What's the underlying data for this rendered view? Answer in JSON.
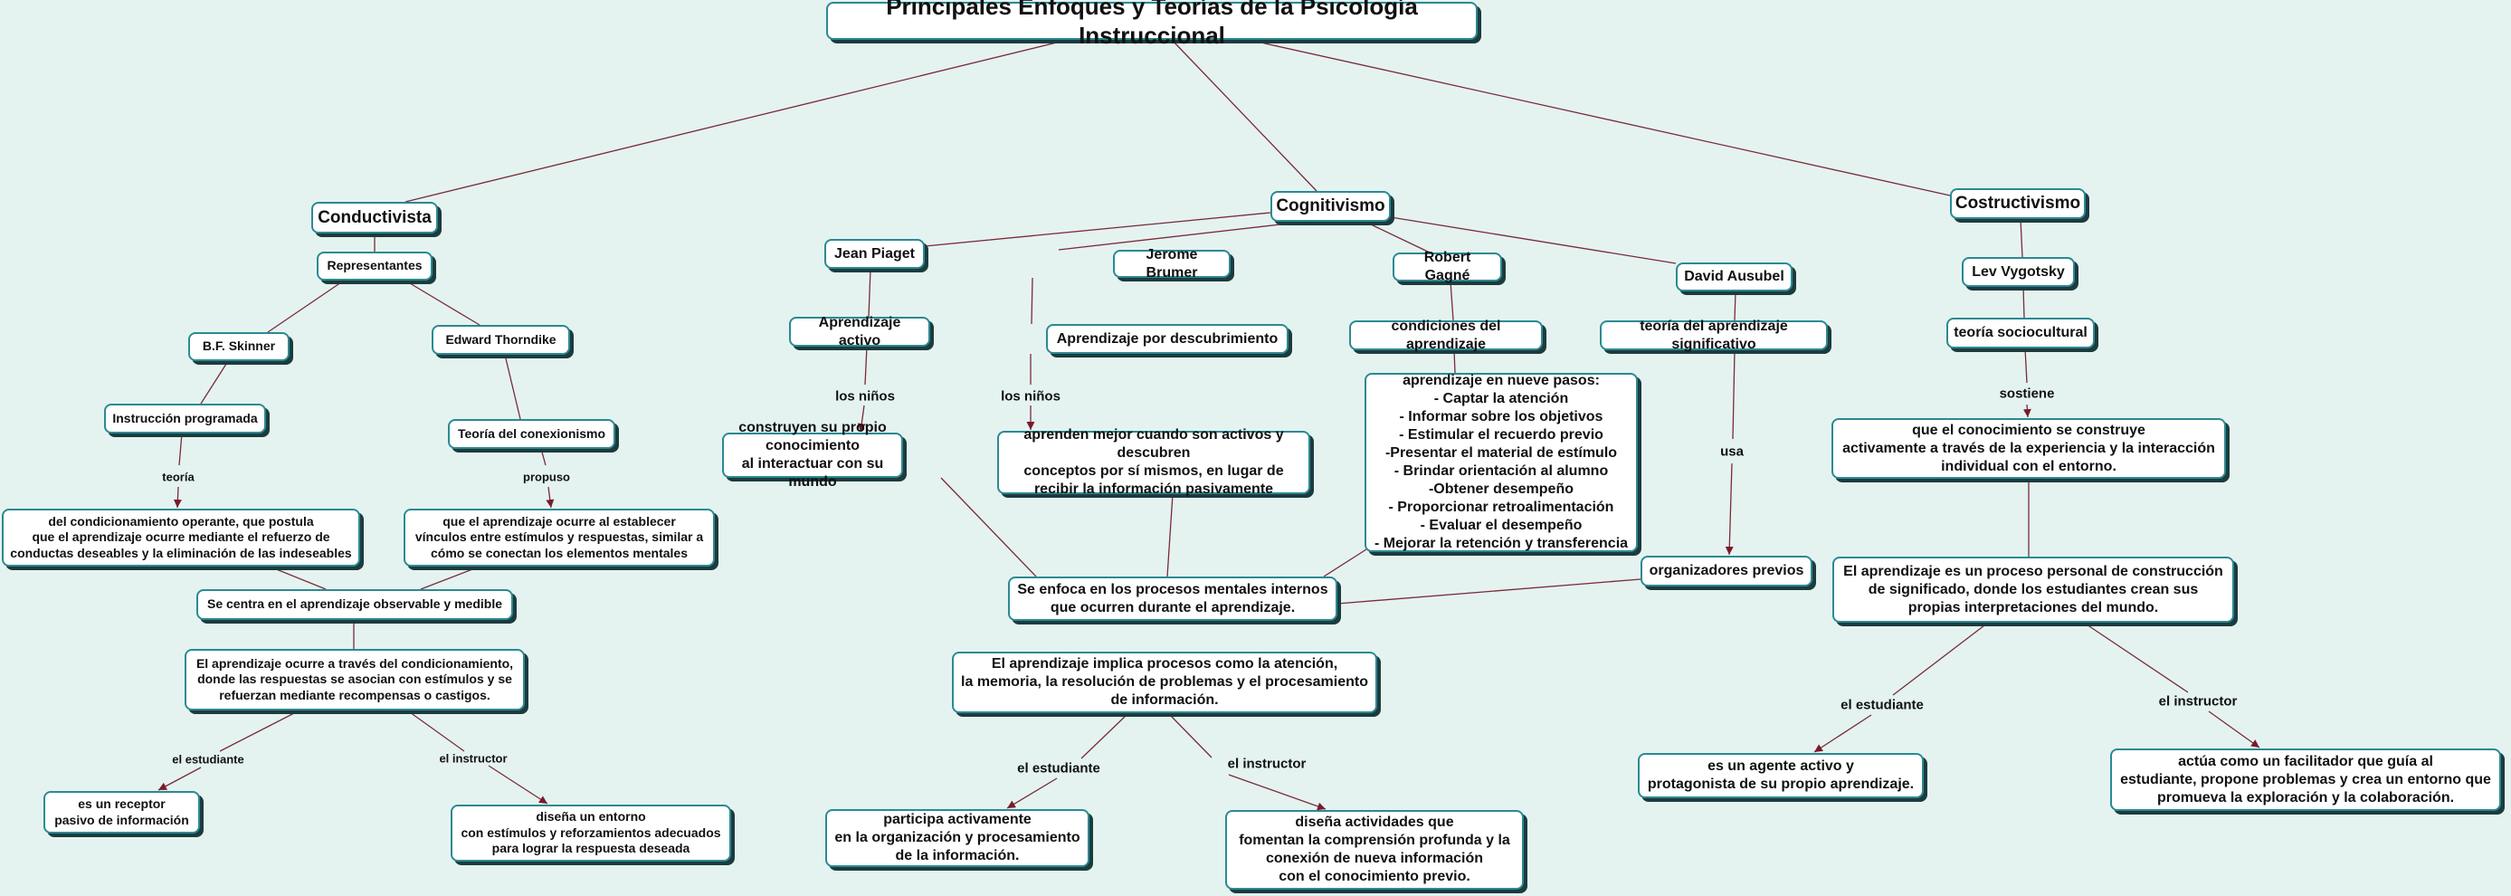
{
  "colors": {
    "background": "#e4f3f0",
    "node_border": "#2a8a93",
    "node_fill": "#ffffff",
    "link": "#7a2a3a",
    "arrow": "#7a1a2a"
  },
  "title": "Principales Enfoques y Teorías de la Psicología Instruccional",
  "conductivista": {
    "root": "Conductivista",
    "representantes": "Representantes",
    "skinner": "B.F. Skinner",
    "thorndike": "Edward Thorndike",
    "instruccion": "Instrucción programada",
    "conexionismo": "Teoría del conexionismo",
    "link_teoria": "teoría",
    "link_propuso": "propuso",
    "condicionamiento": "del condicionamiento operante, que postula\nque el aprendizaje ocurre mediante el refuerzo de\nconductas deseables y la eliminación de las indeseables",
    "vinculos": "que el aprendizaje ocurre al establecer\nvínculos entre estímulos y respuestas, similar a\ncómo se conectan los elementos mentales",
    "se_centra": "Se centra en el aprendizaje observable y medible",
    "ocurre": "El aprendizaje ocurre a través del condicionamiento,\ndonde las respuestas se asocian con estímulos y se\nrefuerzan mediante recompensas o castigos.",
    "link_estudiante": "el estudiante",
    "link_instructor": "el instructor",
    "receptor": "es un receptor\npasivo de información",
    "entorno": "diseña un entorno\ncon estímulos y reforzamientos adecuados\npara lograr la respuesta deseada"
  },
  "cognitivismo": {
    "root": "Cognitivismo",
    "piaget": "Jean Piaget",
    "brumer": "Jerome Brumer",
    "gagne": "Robert Gagné",
    "ausubel": "David Ausubel",
    "activo": "Aprendizaje activo",
    "descubrimiento": "Aprendizaje por descubrimiento",
    "condiciones": "condiciones del aprendizaje",
    "significativo": "teoría del aprendizaje significativo",
    "link_ninos_1": "los  niños",
    "link_ninos_2": "los niños",
    "link_usa": "usa",
    "construyen": "construyen su propio conocimiento\nal interactuar con su mundo",
    "aprenden": "aprenden mejor cuando son activos y descubren\nconceptos por sí mismos, en lugar de\nrecibir la información pasivamente",
    "nueve_pasos": "aprendizaje en nueve pasos:\n- Captar la atención\n- Informar sobre los objetivos\n- Estimular el recuerdo previo\n-Presentar el material de estímulo\n- Brindar orientación al alumno\n-Obtener desempeño\n- Proporcionar retroalimentación\n- Evaluar el desempeño\n- Mejorar la retención y transferencia",
    "organizadores": "organizadores previos",
    "se_enfoca": "Se enfoca en los procesos mentales internos\nque ocurren durante el aprendizaje.",
    "implica": "El aprendizaje implica procesos como la atención,\nla memoria, la resolución de problemas y el procesamiento\nde información.",
    "link_estudiante": "el estudiante",
    "link_instructor": "el instructor",
    "participa": "participa activamente\nen la organización y procesamiento\nde la información.",
    "disena": "diseña actividades que\nfomentan la comprensión  profunda y la\nconexión de nueva información\ncon el conocimiento previo."
  },
  "costructivismo": {
    "root": "Costructivismo",
    "vygotsky": "Lev Vygotsky",
    "sociocultural": "teoría sociocultural",
    "link_sostiene": "sostiene",
    "construye": "que el conocimiento se construye\nactivamente  a través de la experiencia y la interacción\nindividual con el entorno.",
    "proceso": "El aprendizaje es un proceso personal de construcción\nde significado, donde los estudiantes crean sus\npropias interpretaciones del mundo.",
    "link_estudiante": "el estudiante",
    "link_instructor": "el instructor",
    "agente": "es un agente activo y\nprotagonista de su propio aprendizaje.",
    "facilitador": "actúa como un facilitador que guía al\nestudiante, propone problemas y crea un entorno que\npromueva la exploración y la colaboración."
  }
}
